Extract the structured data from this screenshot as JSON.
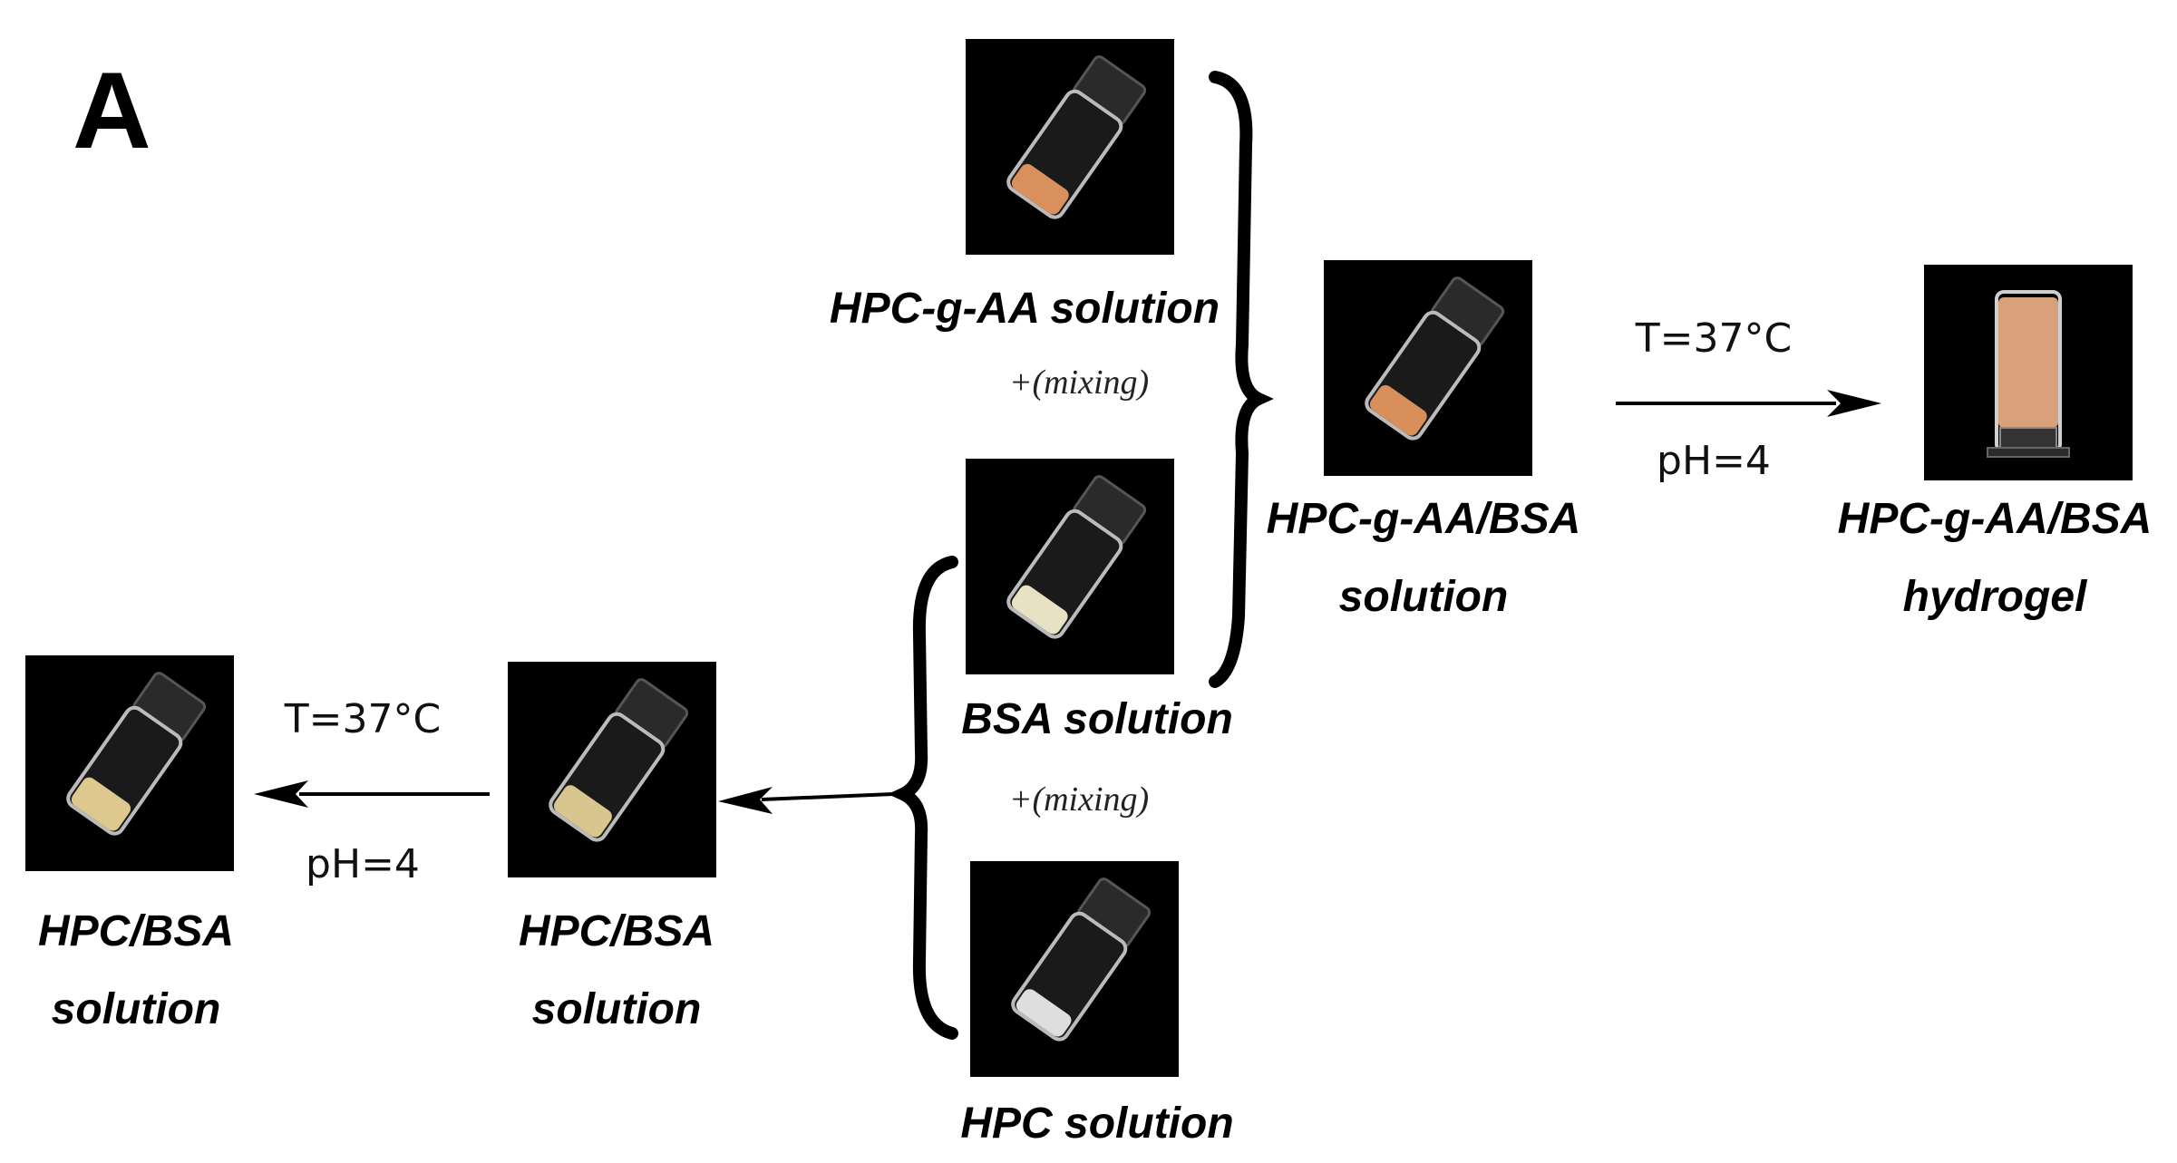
{
  "panel_letter": "A",
  "vials": {
    "hpc_g_aa": {
      "label": "HPC-g-AA solution",
      "liquid_color": "#d9905c"
    },
    "bsa": {
      "label": "BSA solution",
      "liquid_color": "#e8e2c4"
    },
    "hpc": {
      "label": "HPC solution",
      "liquid_color": "#dedede"
    },
    "mix_aa_bsa": {
      "label_line1": "HPC-g-AA/BSA",
      "label_line2": "solution",
      "liquid_color": "#d88f5a"
    },
    "hydrogel": {
      "label_line1": "HPC-g-AA/BSA",
      "label_line2": "hydrogel",
      "gel_color": "#d9a07c"
    },
    "hpc_bsa_mid": {
      "label_line1": "HPC/BSA",
      "label_line2": "solution",
      "liquid_color": "#d9c58e"
    },
    "hpc_bsa_left": {
      "label_line1": "HPC/BSA",
      "label_line2": "solution",
      "liquid_color": "#ddc88e"
    }
  },
  "mixing_labels": {
    "upper": "+(mixing)",
    "lower": "+(mixing)"
  },
  "conditions": {
    "right_temperature": "T=37°C",
    "right_ph": "pH=4",
    "left_temperature": "T=37°C",
    "left_ph": "pH=4"
  }
}
